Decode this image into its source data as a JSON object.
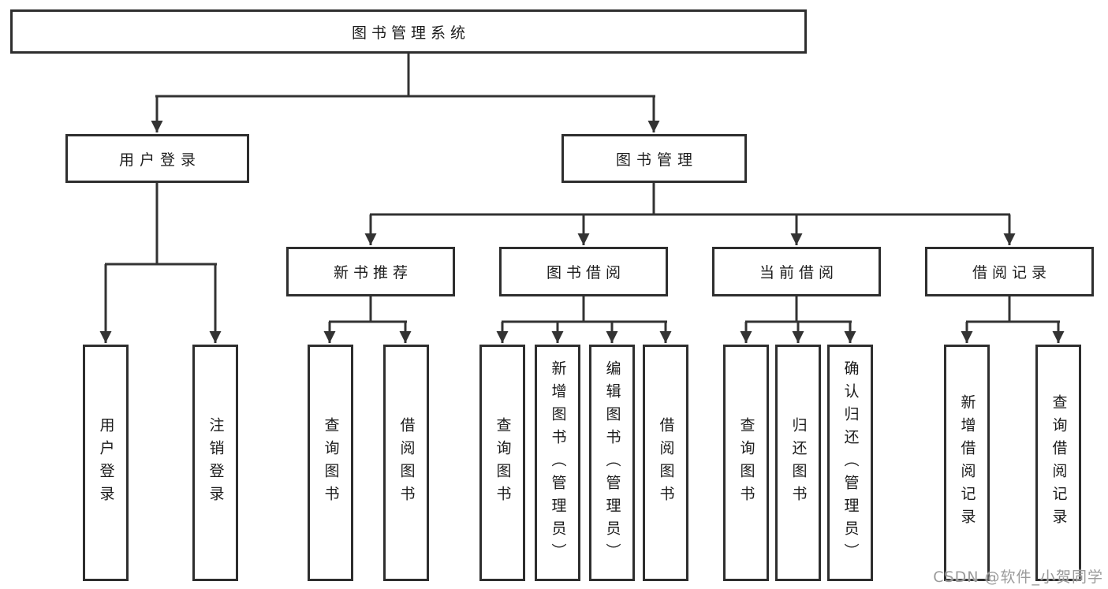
{
  "diagram_type": "function-structure-tree",
  "colors": {
    "line": "#333333",
    "box_border": "#2e2e2e",
    "box_fill": "#ffffff",
    "text": "#1c1c1c",
    "watermark": "#9b9b9b"
  },
  "tree": {
    "label": "图书管理系统",
    "children": [
      {
        "label": "用户登录",
        "children": [
          {
            "label": "用户登录"
          },
          {
            "label": "注销登录"
          }
        ]
      },
      {
        "label": "图书管理",
        "children": [
          {
            "label": "新书推荐",
            "children": [
              {
                "label": "查询图书"
              },
              {
                "label": "借阅图书"
              }
            ]
          },
          {
            "label": "图书借阅",
            "children": [
              {
                "label": "查询图书"
              },
              {
                "label": "新增图书（管理员）"
              },
              {
                "label": "编辑图书（管理员）"
              },
              {
                "label": "借阅图书"
              }
            ]
          },
          {
            "label": "当前借阅",
            "children": [
              {
                "label": "查询图书"
              },
              {
                "label": "归还图书"
              },
              {
                "label": "确认归还（管理员）"
              }
            ]
          },
          {
            "label": "借阅记录",
            "children": [
              {
                "label": "新增借阅记录"
              },
              {
                "label": "查询借阅记录"
              }
            ]
          }
        ]
      }
    ]
  },
  "watermark": {
    "text": "CSDN @软件_小贺同学"
  }
}
